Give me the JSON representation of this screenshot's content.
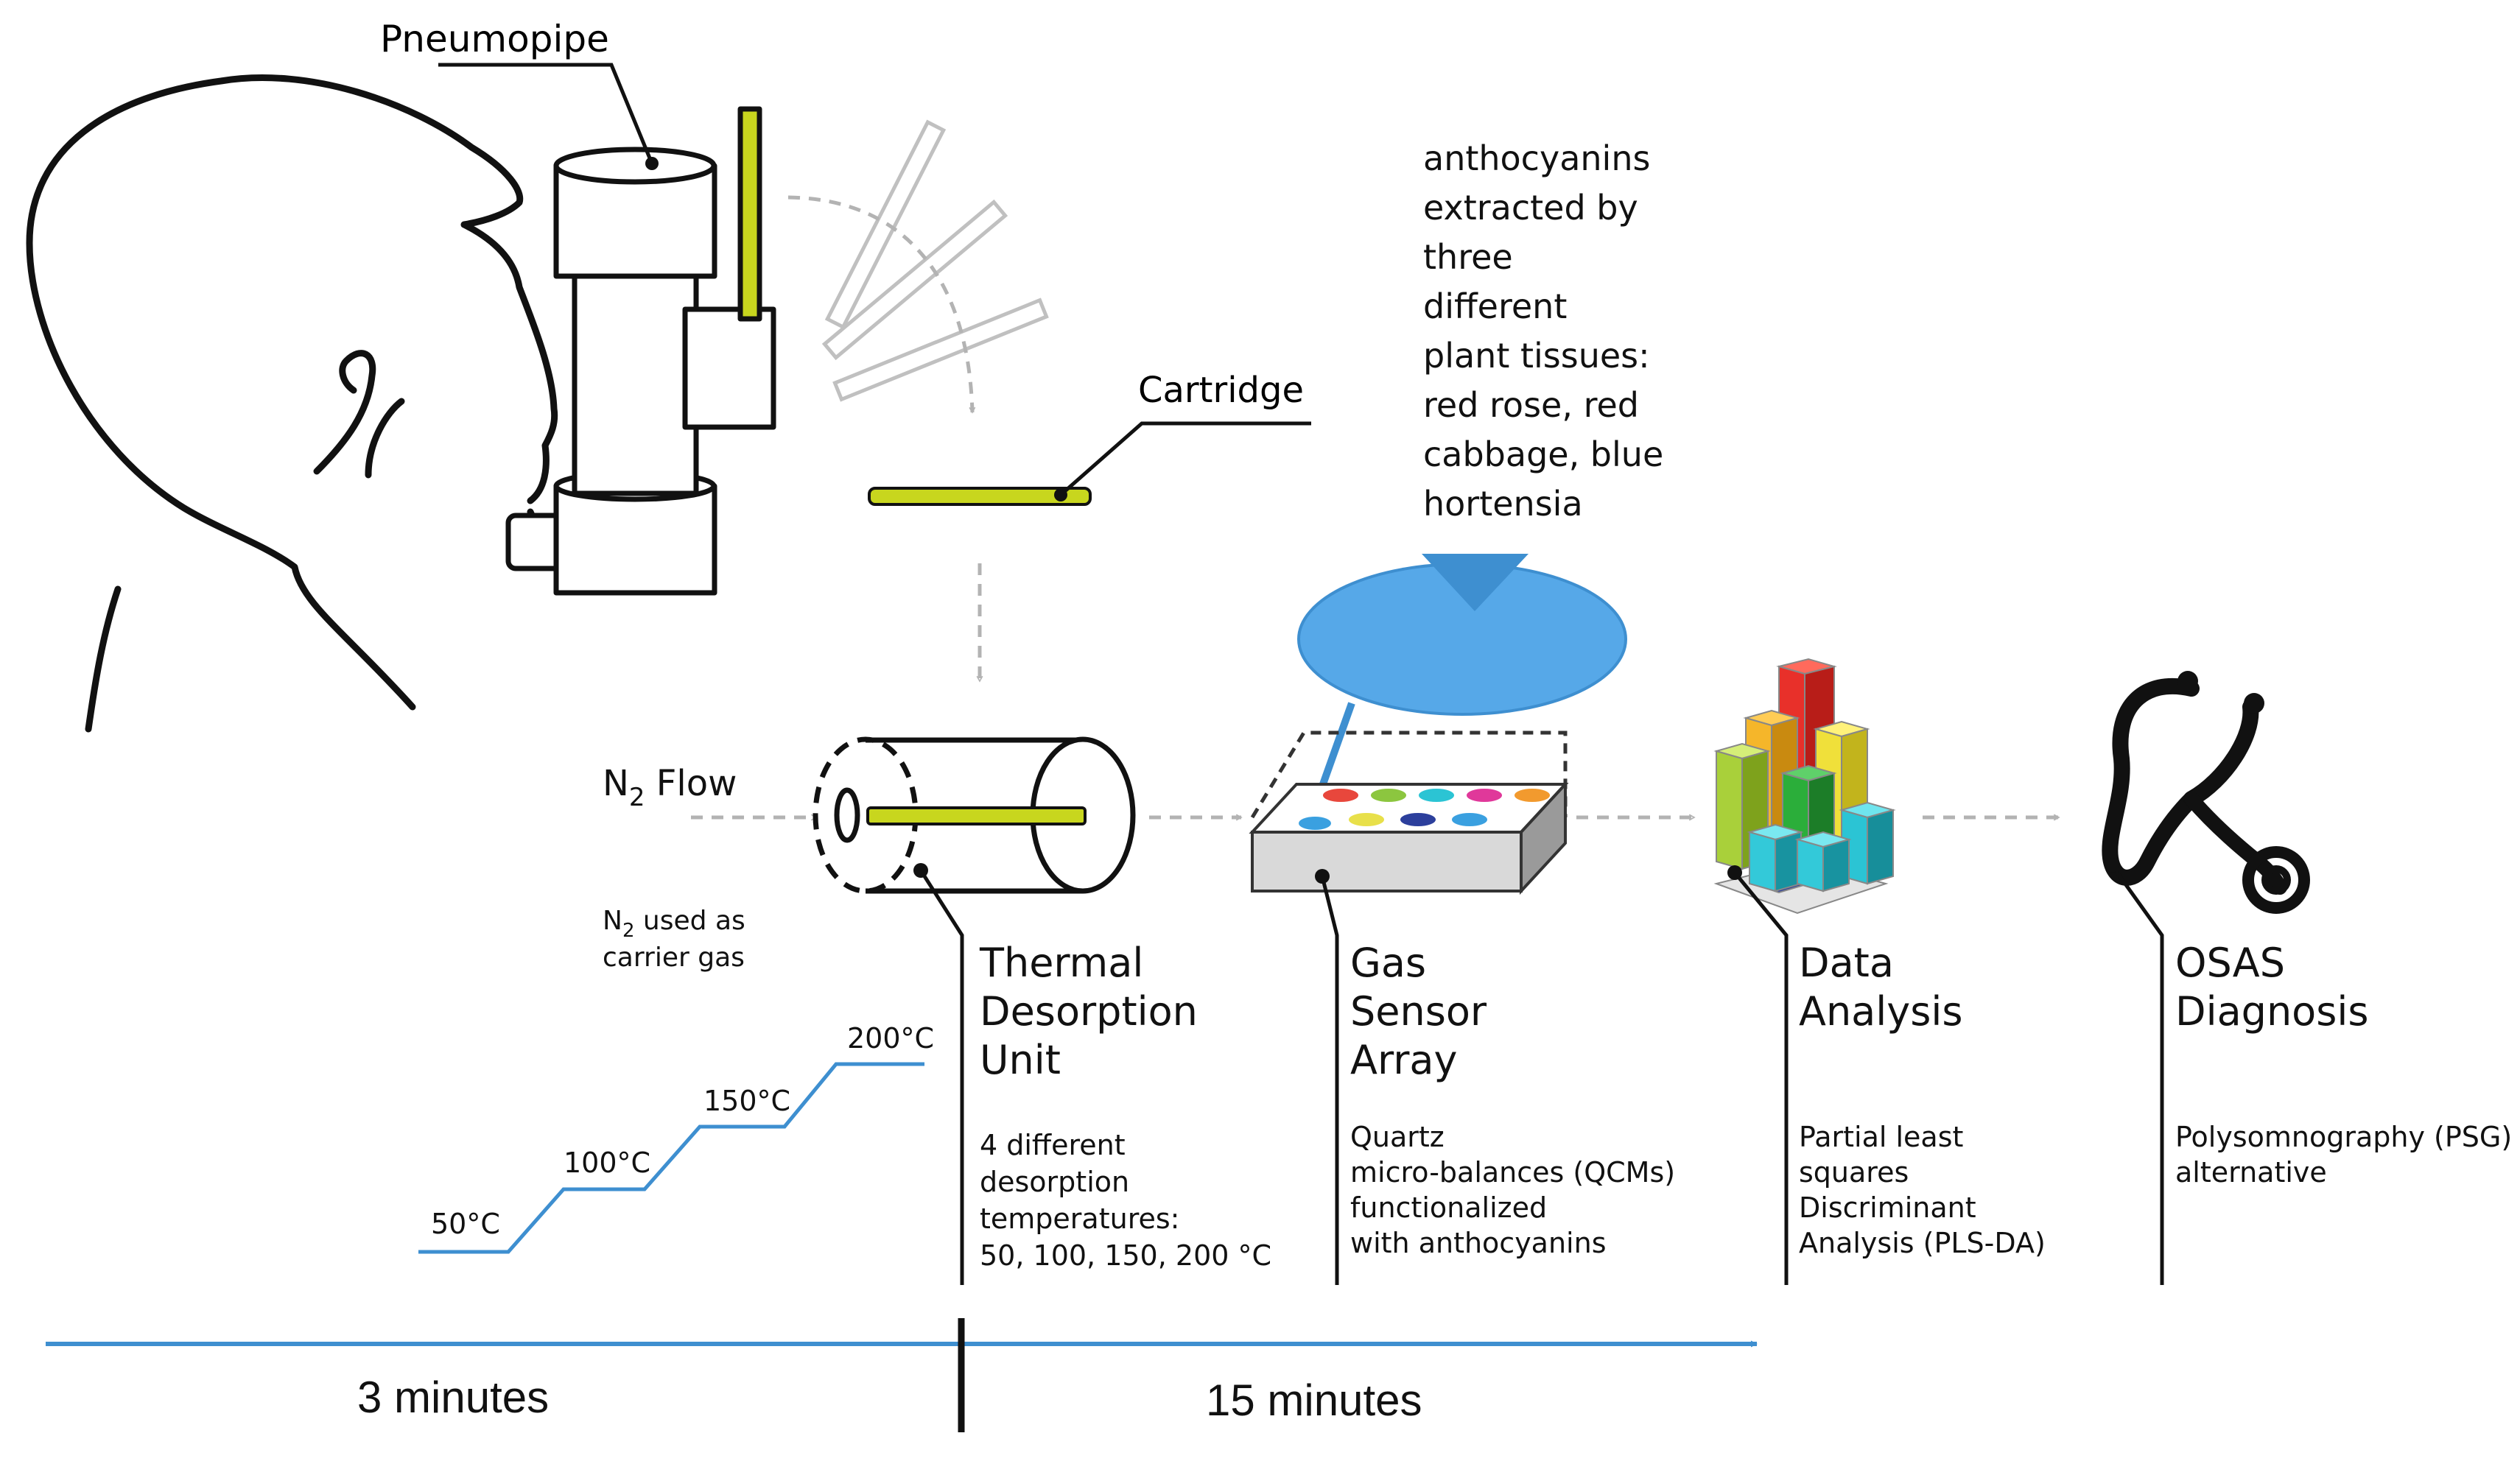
{
  "labels": {
    "pneumopipe": "Pneumopipe",
    "cartridge": "Cartridge",
    "n2_flow": {
      "n": "N",
      "sub": "2",
      "rest": " Flow"
    },
    "n2_note": {
      "n": "N",
      "sub": "2",
      "line1_rest": " used as",
      "line2": "carrier gas"
    }
  },
  "anthocyanins_note": [
    "anthocyanins",
    "extracted by",
    "three",
    "different",
    "plant tissues:",
    "red rose, red",
    "cabbage, blue",
    "hortensia"
  ],
  "steps": [
    {
      "title": [
        "Thermal",
        "Desorption",
        "Unit"
      ],
      "desc": [
        "4 different",
        "desorption",
        "temperatures:",
        "50, 100, 150, 200 °C"
      ]
    },
    {
      "title": [
        "Gas",
        "Sensor",
        "Array"
      ],
      "desc": [
        "Quartz",
        "micro-balances (QCMs)",
        "functionalized",
        "with anthocyanins"
      ]
    },
    {
      "title": [
        "Data",
        "Analysis"
      ],
      "desc": [
        "Partial least",
        "squares",
        "Discriminant",
        "Analysis (PLS-DA)"
      ]
    },
    {
      "title": [
        "OSAS",
        "Diagnosis"
      ],
      "desc": [
        "Polysomnography (PSG)",
        "alternative"
      ]
    }
  ],
  "temperatures": [
    "50°C",
    "100°C",
    "150°C",
    "200°C"
  ],
  "timeline": {
    "phase1": "3 minutes",
    "phase2": "15 minutes"
  },
  "colors": {
    "tube": "#c8d61e",
    "accent_blue": "#3e8fd0",
    "bubble_blue": "#56a8e8",
    "arrow_gray": "#b3b3b3",
    "sensor_dots": [
      "#3aa0e0",
      "#e8473c",
      "#8cc63f",
      "#2bc4d4",
      "#e0389a",
      "#f29a2e",
      "#e8e04a",
      "#2c3f9c"
    ]
  }
}
